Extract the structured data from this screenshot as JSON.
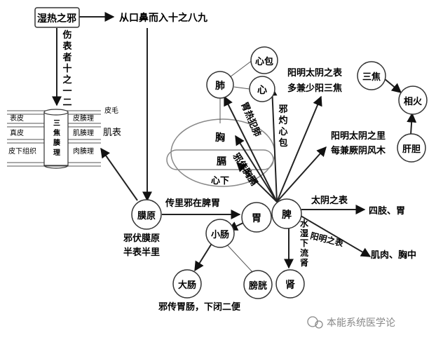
{
  "nodes": {
    "shire": "湿热之邪",
    "fei": "肺",
    "xinbao": "心包",
    "xin": "心",
    "sanjiao": "三焦",
    "xianghuo": "相火",
    "gandan": "肝胆",
    "xiong": "胸",
    "ge": "膈",
    "xinxia": "心下",
    "moyuan": "膜原",
    "wei": "胃",
    "pi": "脾",
    "xiaochang": "小肠",
    "dachang": "大肠",
    "pangguang": "膀胱",
    "shen": "肾"
  },
  "labels": {
    "kou_bi": "从口鼻而入十之八九",
    "shang_biao": "伤表者十之一二",
    "ji_biao": "肌表",
    "chuan_li": "传里邪在脾胃",
    "xie_fu_1": "邪伏膜原",
    "xie_fu_2": "半表半里",
    "wei_re": "胃热犯肺",
    "xie_zhuo": "邪灼心包",
    "xie_chuan": "邪传胸膈",
    "yangming_taiyang_1": "阳明太阴之表",
    "yangming_taiyang_2": "多兼少阳三焦",
    "yangming_li_1": "阳明太阴之里",
    "yangming_li_2": "每兼厥阴风木",
    "taiyin_biao": "太阴之表",
    "sizhi": "四肢、胃",
    "yangming_biao": "阳明之表",
    "jirou": "肌肉、胸中",
    "shuishi": "水湿下流肾",
    "xie_chuan_wei": "邪传胃肠，下闭二便",
    "watermark": "本能系统医学论"
  },
  "skin": {
    "left": [
      "表皮",
      "真皮",
      "皮下组织"
    ],
    "right": [
      "皮腠理",
      "肌腠理",
      "肉腠理"
    ],
    "pimao": "皮毛",
    "column": "三焦腠理"
  },
  "colors": {
    "line": "#222222",
    "node_stroke": "#333333",
    "diaphragm": "#888888",
    "watermark": "#888888"
  }
}
